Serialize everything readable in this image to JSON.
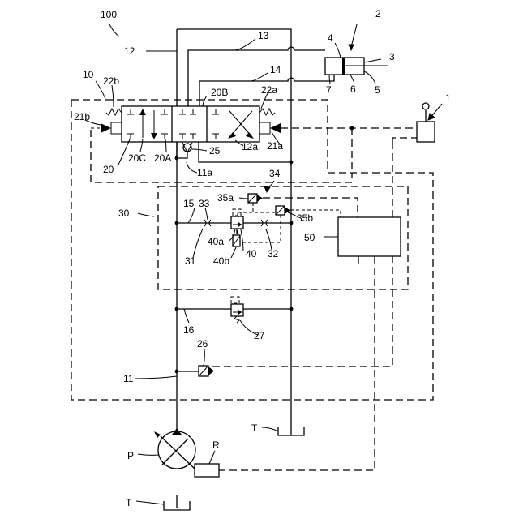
{
  "labels": {
    "system": "100",
    "cylinder": "2",
    "operation_unit": "1",
    "valve_unit": "10",
    "p12": "12",
    "p13": "13",
    "p14": "14",
    "n4": "4",
    "n3": "3",
    "n5": "5",
    "n6": "6",
    "n7": "7",
    "n22b": "22b",
    "n22a": "22a",
    "n20B": "20B",
    "n21b": "21b",
    "n21a": "21a",
    "n12a": "12a",
    "n25": "25",
    "n20": "20",
    "n20C": "20C",
    "n20A": "20A",
    "n11a": "11a",
    "n34": "34",
    "n35a": "35a",
    "n35b": "35b",
    "n30": "30",
    "n15": "15",
    "n33": "33",
    "n50": "50",
    "n40a": "40a",
    "n31": "31",
    "n40b": "40b",
    "n40": "40",
    "n32": "32",
    "n16": "16",
    "n27": "27",
    "n26": "26",
    "n11": "11",
    "tankTop": "T",
    "pump": "P",
    "regulator": "R",
    "tankBottom": "T"
  }
}
